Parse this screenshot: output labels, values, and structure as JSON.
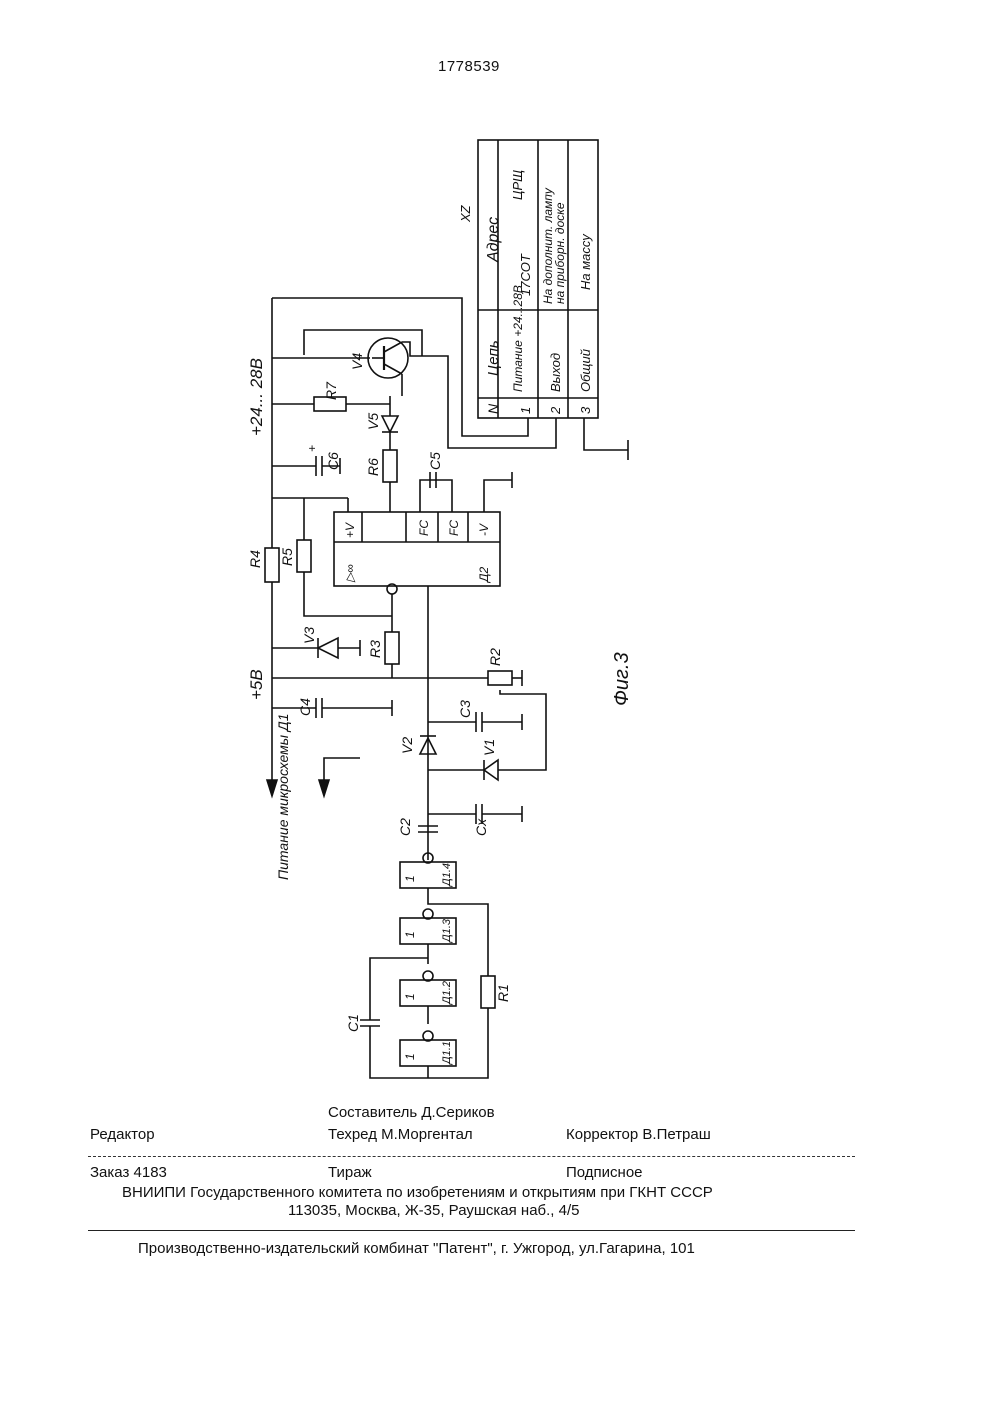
{
  "document": {
    "patent_number": "1778539",
    "figure_caption": "Фиг.3"
  },
  "schematic": {
    "supply_24v": "+24... 28В",
    "supply_5v": "+5В",
    "chip_power": "Питание микросхемы Д1",
    "components": {
      "R1": "R1",
      "R2": "R2",
      "R3": "R3",
      "R4": "R4",
      "R5": "R5",
      "R6": "R6",
      "R7": "R7",
      "C1": "C1",
      "C2": "C2",
      "C3": "C3",
      "C4": "C4",
      "C5": "C5",
      "C6": "C6",
      "Cx": "Cx",
      "V1": "V1",
      "V2": "V2",
      "V3": "V3",
      "V4": "V4",
      "V5": "V5",
      "D1_1": "Д1.1",
      "D1_2": "Д1.2",
      "D1_3": "Д1.3",
      "D1_4": "Д1.4",
      "D2": "Д2",
      "inverter_symbol": "1",
      "opamp_pins": {
        "plus_v": "+V",
        "fc1": "FC",
        "fc2": "FC",
        "minus_v": "-V",
        "amp": "▷∞"
      },
      "c6_polarity": "+"
    },
    "connector": {
      "name": "XZ",
      "headers": {
        "n": "N",
        "circuit": "Цепь",
        "address": "Адрес"
      },
      "rows": [
        {
          "n": "1",
          "circuit": "Питание +24...28В",
          "address": "17СОТ",
          "address_extra": "ЦРЩ"
        },
        {
          "n": "2",
          "circuit": "Выход",
          "address": "На дополнит. лампу",
          "address_extra": "на приборн. доске"
        },
        {
          "n": "3",
          "circuit": "Общий",
          "address": "На массу",
          "address_extra": ""
        }
      ]
    }
  },
  "imprint": {
    "editor": "Редактор",
    "compiler": "Составитель Д.Сериков",
    "techred": "Техред М.Моргентал",
    "corrector": "Корректор В.Петраш",
    "order": "Заказ 4183",
    "circulation": "Тираж",
    "subscription": "Подписное",
    "org": "ВНИИПИ Государственного комитета по изобретениям и открытиям при ГКНТ СССР",
    "address": "113035, Москва, Ж-35, Раушская наб., 4/5",
    "printer": "Производственно-издательский комбинат \"Патент\", г. Ужгород, ул.Гагарина, 101"
  }
}
